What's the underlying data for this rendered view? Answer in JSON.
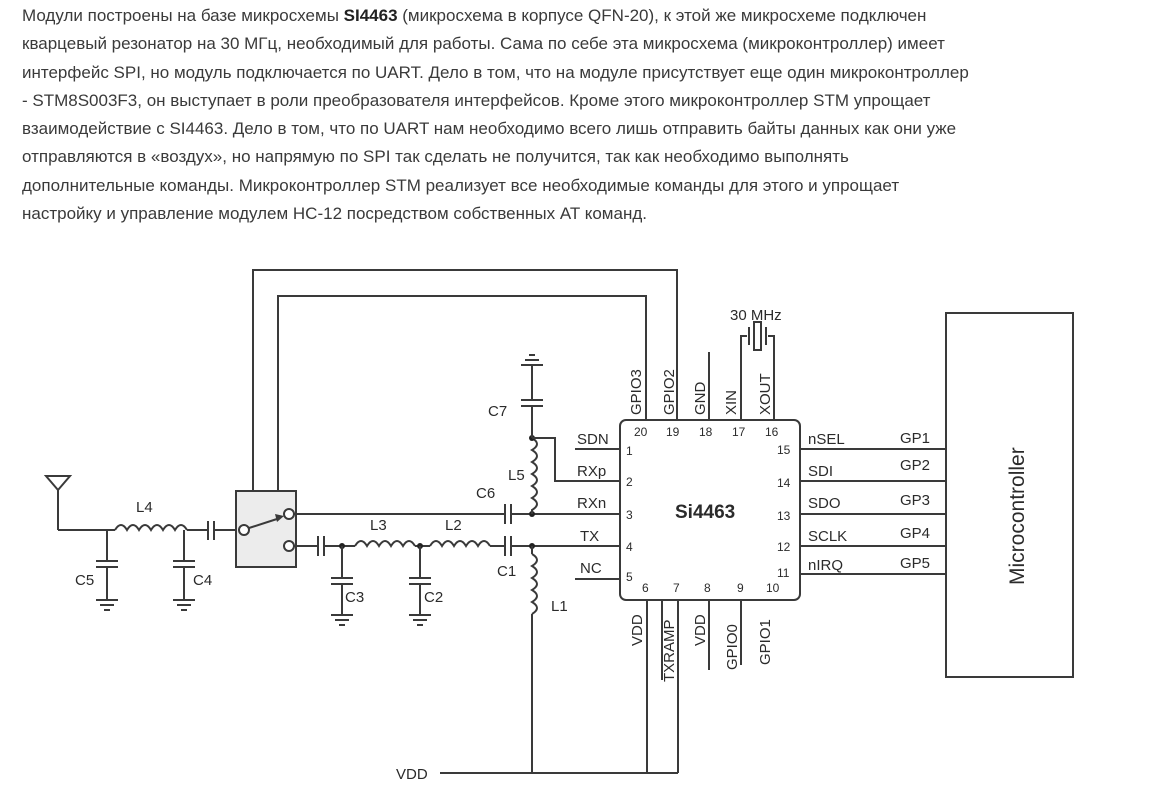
{
  "article": {
    "lines": [
      {
        "pre": "Модули построены на базе микросхемы ",
        "bold": "SI4463",
        "post": " (микросхема в корпусе QFN-20), к этой же микросхеме подключен"
      },
      {
        "pre": "кварцевый резонатор на 30 МГц, необходимый для работы. Сама по себе эта микросхема (микроконтроллер) имеет",
        "bold": "",
        "post": ""
      },
      {
        "pre": "интерфейс SPI, но модуль подключается по UART. Дело в том, что на модуле присутствует еще один микроконтроллер",
        "bold": "",
        "post": ""
      },
      {
        "pre": "- STM8S003F3, он выступает в роли преобразователя интерфейсов. Кроме этого микроконтроллер STM упрощает",
        "bold": "",
        "post": ""
      },
      {
        "pre": "взаимодействие с SI4463. Дело в том, что по UART нам необходимо всего лишь отправить байты данных как они уже",
        "bold": "",
        "post": ""
      },
      {
        "pre": "отправляются в «воздух», но напрямую по SPI так сделать не получится, так как необходимо выполнять",
        "bold": "",
        "post": ""
      },
      {
        "pre": "дополнительные команды. Микроконтроллер STM реализует все необходимые команды для этого и упрощает",
        "bold": "",
        "post": ""
      },
      {
        "pre": "настройку и управление модулем HC-12 посредством собственных AT команд.",
        "bold": "",
        "post": ""
      }
    ]
  },
  "schematic": {
    "chip_name": "Si4463",
    "crystal_label": "30 MHz",
    "mcu_label": "Microcontroller",
    "vdd_label": "VDD",
    "left_pins": [
      {
        "name": "SDN",
        "num": "1"
      },
      {
        "name": "RXp",
        "num": "2"
      },
      {
        "name": "RXn",
        "num": "3"
      },
      {
        "name": "TX",
        "num": "4"
      },
      {
        "name": "NC",
        "num": "5"
      }
    ],
    "top_pins": [
      {
        "name": "GPIO3",
        "num": "20"
      },
      {
        "name": "GPIO2",
        "num": "19"
      },
      {
        "name": "GND",
        "num": "18"
      },
      {
        "name": "XIN",
        "num": "17"
      },
      {
        "name": "XOUT",
        "num": "16"
      }
    ],
    "right_pins": [
      {
        "name": "nSEL",
        "num": "15",
        "mcu": "GP1"
      },
      {
        "name": "SDI",
        "num": "14",
        "mcu": "GP2"
      },
      {
        "name": "SDO",
        "num": "13",
        "mcu": "GP3"
      },
      {
        "name": "SCLK",
        "num": "12",
        "mcu": "GP4"
      },
      {
        "name": "nIRQ",
        "num": "11",
        "mcu": "GP5"
      }
    ],
    "bottom_pins": [
      {
        "name": "VDD",
        "num": "6"
      },
      {
        "name": "TXRAMP",
        "num": "7"
      },
      {
        "name": "VDD",
        "num": "8"
      },
      {
        "name": "GPIO0",
        "num": "9"
      },
      {
        "name": "GPIO1",
        "num": "10"
      }
    ],
    "components": {
      "L1": "L1",
      "L2": "L2",
      "L3": "L3",
      "L4": "L4",
      "L5": "L5",
      "C1": "C1",
      "C2": "C2",
      "C3": "C3",
      "C4": "C4",
      "C5": "C5",
      "C6": "C6",
      "C7": "C7"
    }
  }
}
